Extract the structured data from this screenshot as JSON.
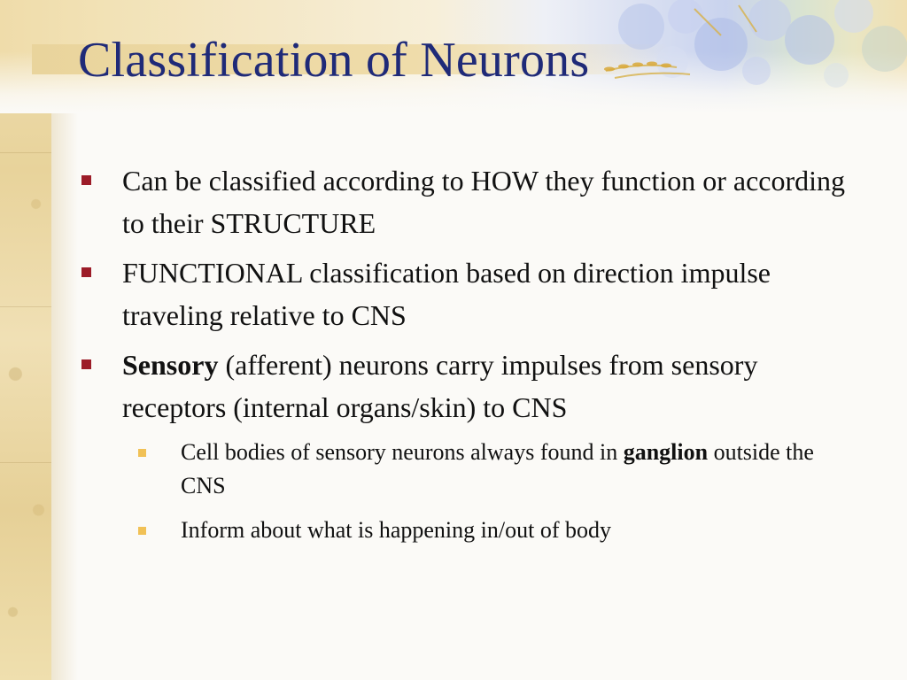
{
  "slide": {
    "title": "Classification of Neurons",
    "bullets": [
      {
        "text": "Can be classified according to HOW they function or according to their STRUCTURE"
      },
      {
        "text": "FUNCTIONAL classification based on direction impulse traveling relative to CNS"
      },
      {
        "bold": "Sensory",
        "text": " (afferent) neurons carry impulses from sensory receptors (internal organs/skin) to CNS",
        "sub": [
          {
            "pre": "Cell bodies of sensory neurons always found in ",
            "bold": "ganglion",
            "post": " outside the CNS"
          },
          {
            "text": "Inform about what is happening in/out of body"
          }
        ]
      }
    ]
  },
  "colors": {
    "title": "#1f2a78",
    "bullet_marker": "#9c1c28",
    "sub_marker": "#f1c156"
  }
}
